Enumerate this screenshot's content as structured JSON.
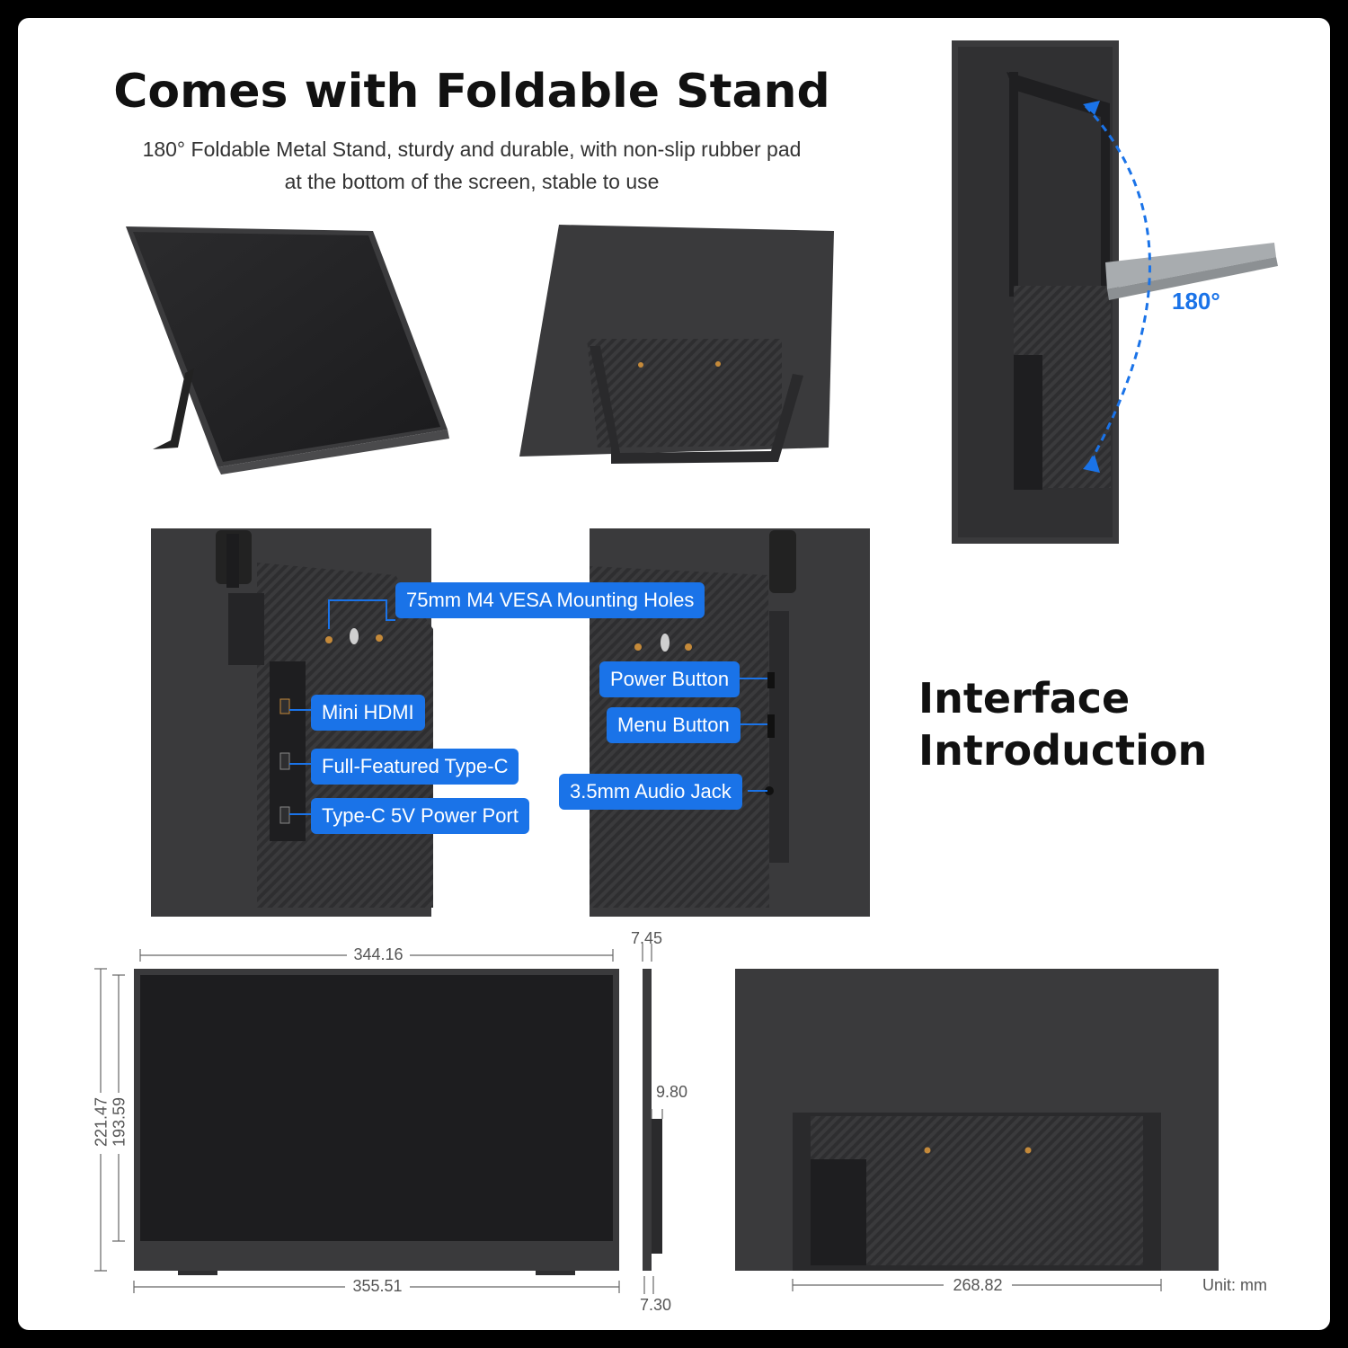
{
  "stand_section": {
    "title": "Comes with Foldable Stand",
    "description_line1": "180° Foldable Metal Stand, sturdy and durable, with non-slip rubber pad",
    "description_line2": "at the bottom of the screen, stable to use",
    "rotation_label": "180°"
  },
  "interface_section": {
    "title_line1": "Interface",
    "title_line2": "Introduction",
    "callouts": {
      "vesa": "75mm M4 VESA Mounting Holes",
      "mini_hdmi": "Mini HDMI",
      "type_c_full": "Full-Featured Type-C",
      "type_c_power": "Type-C 5V Power Port",
      "power_button": "Power Button",
      "menu_button": "Menu Button",
      "audio_jack": "3.5mm Audio Jack"
    },
    "accent_color": "#1a73e8"
  },
  "dimensions": {
    "top_width": "344.16",
    "bottom_width": "355.51",
    "outer_height": "221.47",
    "inner_height": "193.59",
    "thickness_top": "7.45",
    "thickness_stand": "9.80",
    "thickness_bottom": "7.30",
    "stand_width": "268.82",
    "unit": "Unit: mm"
  }
}
